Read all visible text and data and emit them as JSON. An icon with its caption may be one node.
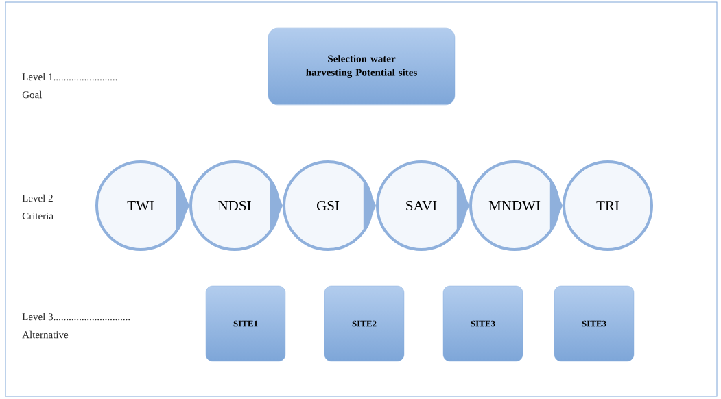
{
  "diagram": {
    "nodes": [
      {
        "text": [
          "Selection water harvesting Potential sites"
        ]
      },
      {
        "text": [
          "TWI"
        ]
      },
      {
        "text": [
          "NDSI"
        ]
      },
      {
        "text": [
          "GSI"
        ]
      },
      {
        "text": [
          "SAVI"
        ]
      },
      {
        "text": [
          "MNDWI"
        ]
      },
      {
        "text": [
          "TRI"
        ]
      },
      {
        "text": [
          "SITE1"
        ]
      },
      {
        "text": [
          "SITE2"
        ]
      },
      {
        "text": [
          "SITE3"
        ]
      },
      {
        "text": [
          "SITE3"
        ]
      }
    ],
    "edges": [
      {
        "from": 1,
        "to": 2,
        "arrow": "to"
      },
      {
        "from": 2,
        "to": 3,
        "arrow": "to"
      },
      {
        "from": 3,
        "to": 4,
        "arrow": "to"
      },
      {
        "from": 4,
        "to": 5,
        "arrow": "to"
      },
      {
        "from": 5,
        "to": 6,
        "arrow": "to"
      }
    ],
    "labels": [
      "Level 1.........................",
      "Goal",
      "Level 2",
      "Criteria",
      "Level 3..............................",
      "Alternative"
    ]
  }
}
